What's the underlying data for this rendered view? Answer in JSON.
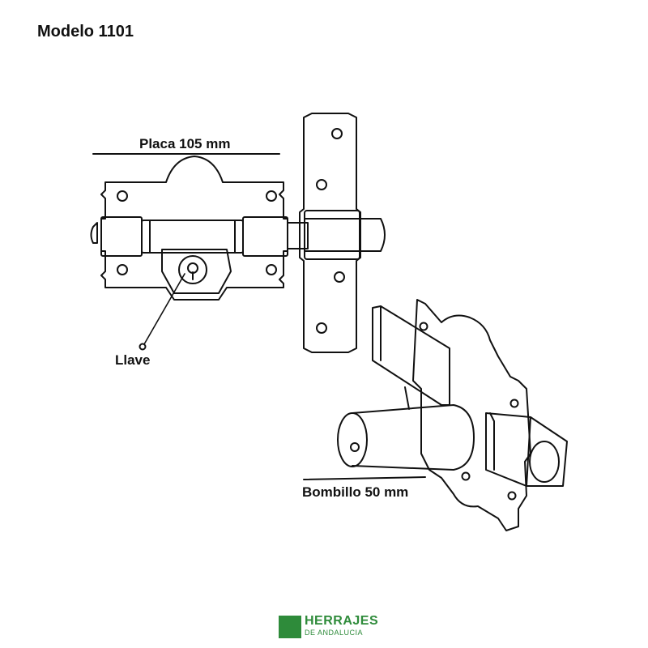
{
  "title": "Modelo 1101",
  "labels": {
    "placa": "Placa 105 mm",
    "llave": "Llave",
    "bombillo": "Bombillo 50 mm"
  },
  "logo": {
    "name": "HERRAJES",
    "sub": "DE ANDALUCIA",
    "color": "#2e8b3a"
  }
}
